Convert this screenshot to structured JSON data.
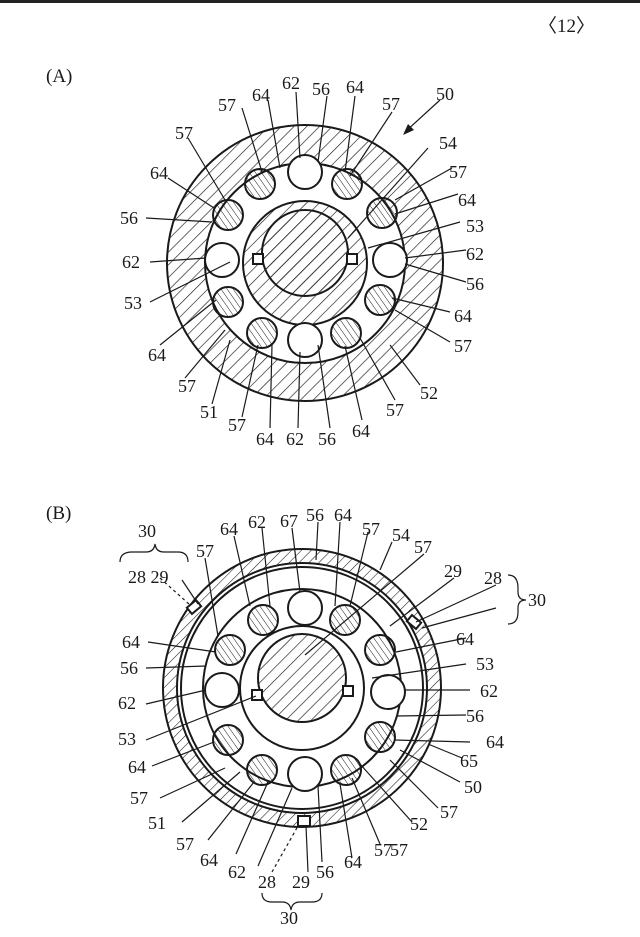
{
  "page_number": "〈12〉",
  "figure_a": {
    "caption": "(A)",
    "labels": [
      "57",
      "64",
      "62",
      "56",
      "64",
      "57",
      "50",
      "57",
      "54",
      "57",
      "64",
      "64",
      "53",
      "56",
      "62",
      "62",
      "56",
      "53",
      "64",
      "64",
      "57",
      "57",
      "52",
      "51",
      "57",
      "64",
      "62",
      "56",
      "64",
      "57"
    ]
  },
  "figure_b": {
    "caption": "(B)",
    "labels": [
      "30",
      "28 29",
      "57",
      "64",
      "62",
      "67",
      "56",
      "64",
      "57",
      "54",
      "57",
      "29",
      "28",
      "30",
      "64",
      "64",
      "56",
      "53",
      "62",
      "62",
      "56",
      "53",
      "64",
      "64",
      "65",
      "50",
      "57",
      "57",
      "51",
      "52",
      "57",
      "57",
      "64",
      "62",
      "56",
      "64",
      "57",
      "28",
      "29",
      "30"
    ]
  },
  "fill_colors": {
    "ink": "#1a1a1a",
    "paper": "#ffffff",
    "hatch": "#1a1a1a"
  }
}
